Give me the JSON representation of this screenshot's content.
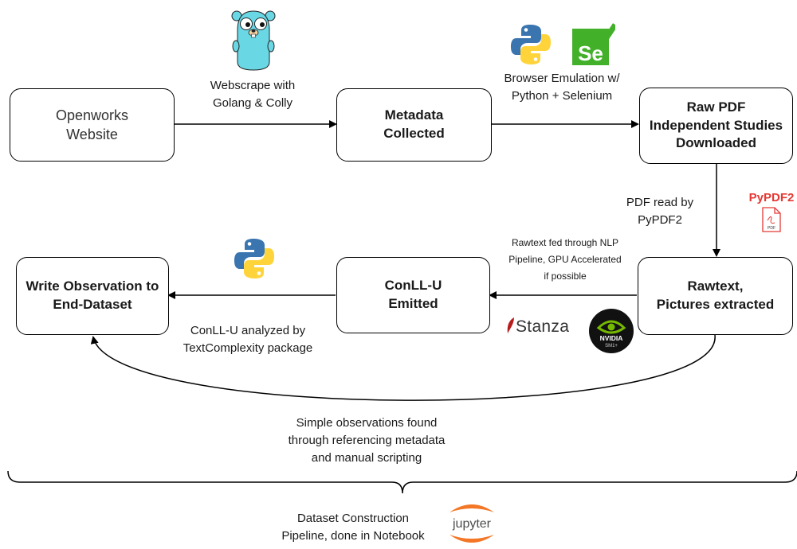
{
  "nodes": {
    "openworks": "Openworks\nWebsite",
    "metadata": "Metadata\nCollected",
    "rawpdf": "Raw PDF\nIndependent Studies\nDownloaded",
    "rawtext": "Rawtext,\nPictures extracted",
    "conllu": "ConLL-U\nEmitted",
    "write": "Write Observation to\nEnd-Dataset"
  },
  "edges": {
    "webscrape": "Webscrape with\nGolang & Colly",
    "browser": "Browser Emulation w/\nPython + Selenium",
    "pdfread": "PDF read by\nPyPDF2",
    "nlp": "Rawtext fed through NLP\nPipeline, GPU Accelerated\nif possible",
    "textcomplexity": "ConLL-U analyzed by\nTextComplexity package",
    "simple": "Simple observations found\nthrough referencing metadata\nand manual scripting"
  },
  "footer": {
    "caption": "Dataset Construction\nPipeline, done in Notebook"
  },
  "logos": {
    "pypdf2_text": "PyPDF2",
    "pdf_badge": "PDF",
    "selenium_text": "Se",
    "stanza_text": "Stanza",
    "nvidia_text": "NVIDIA",
    "nvidia_sub": "SM1+",
    "jupyter_text": "jupyter"
  },
  "colors": {
    "python_blue": "#3a75b0",
    "python_yellow": "#ffd43b",
    "selenium_green": "#43b02a",
    "pypdf_red": "#e53935",
    "stanza_red": "#b71c1c",
    "jupyter_orange": "#f37726",
    "gopher_blue": "#6ad7e5"
  },
  "icons": [
    "gopher-icon",
    "python-icon",
    "selenium-icon",
    "pypdf2-icon",
    "stanza-icon",
    "nvidia-icon",
    "jupyter-icon"
  ]
}
